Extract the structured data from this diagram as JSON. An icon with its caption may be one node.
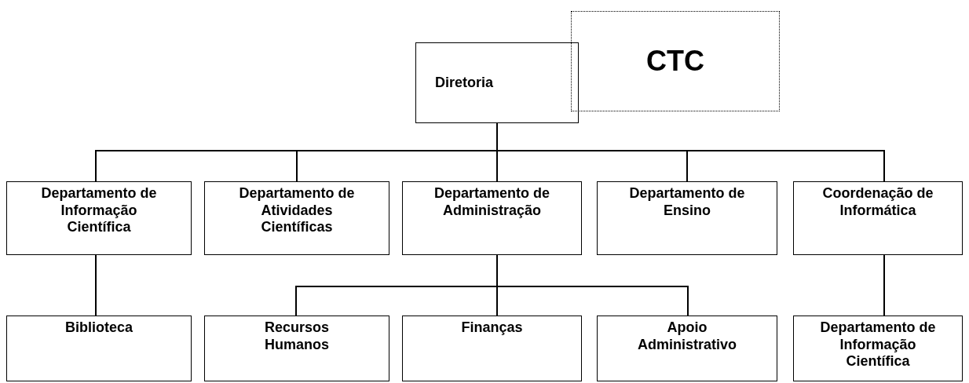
{
  "diagram": {
    "nodes": [
      {
        "text": [
          "Diretoria"
        ]
      },
      {
        "text": [
          "CTC"
        ]
      },
      {
        "text": [
          "Departamento de Informação Científica"
        ]
      },
      {
        "text": [
          "Departamento de Atividades Científicas"
        ]
      },
      {
        "text": [
          "Departamento de Administração"
        ]
      },
      {
        "text": [
          "Departamento de Ensino"
        ]
      },
      {
        "text": [
          "Coordenação de Informática"
        ]
      },
      {
        "text": [
          "Biblioteca"
        ]
      },
      {
        "text": [
          "Recursos Humanos"
        ]
      },
      {
        "text": [
          "Finanças"
        ]
      },
      {
        "text": [
          "Apoio Administrativo"
        ]
      },
      {
        "text": [
          "Departamento de Informação Científica"
        ]
      }
    ],
    "edges": [
      {
        "from": 0,
        "to": 2,
        "arrow": "none"
      },
      {
        "from": 0,
        "to": 3,
        "arrow": "none"
      },
      {
        "from": 0,
        "to": 4,
        "arrow": "none"
      },
      {
        "from": 0,
        "to": 5,
        "arrow": "none"
      },
      {
        "from": 0,
        "to": 6,
        "arrow": "none"
      },
      {
        "from": 2,
        "to": 7,
        "arrow": "none"
      },
      {
        "from": 4,
        "to": 8,
        "arrow": "none"
      },
      {
        "from": 4,
        "to": 9,
        "arrow": "none"
      },
      {
        "from": 4,
        "to": 10,
        "arrow": "none"
      },
      {
        "from": 6,
        "to": 11,
        "arrow": "none"
      }
    ]
  }
}
